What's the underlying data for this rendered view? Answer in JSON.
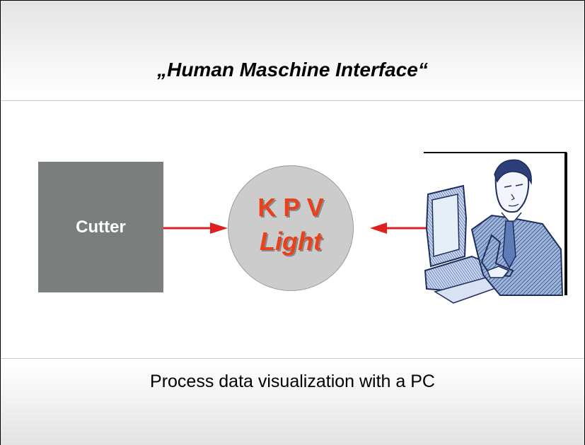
{
  "title": "„Human Maschine Interface“",
  "cutter": {
    "label": "Cutter"
  },
  "kpv": {
    "line1": "K P V",
    "line2": "Light"
  },
  "person_icon": "person-at-computer-clipart",
  "caption": "Process data visualization with a PC",
  "colors": {
    "accent": "#e8411b",
    "arrow": "#e02020",
    "cutter_box": "#7a7f7e",
    "circle": "#cccccc"
  }
}
